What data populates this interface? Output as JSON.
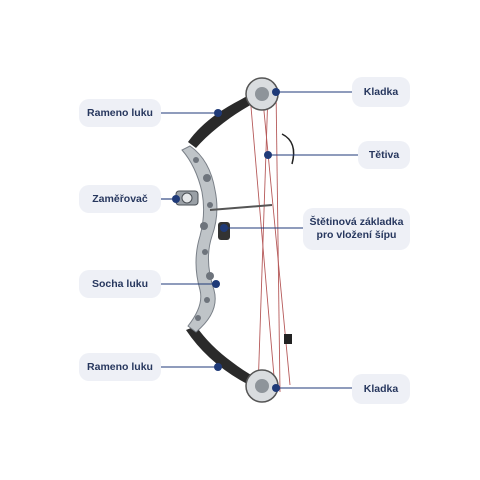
{
  "labels": {
    "rameno_top": "Rameno luku",
    "zamerovac": "Zaměřovač",
    "socha": "Socha luku",
    "rameno_bottom": "Rameno luku",
    "kladka_top": "Kladka",
    "tetiva": "Tětiva",
    "zakladka_line1": "Štětinová základka",
    "zakladka_line2": "pro vložení šípu",
    "kladka_bottom": "Kladka"
  },
  "colors": {
    "label_bg": "#eef0f6",
    "label_text": "#27375e",
    "leader_line": "#1f3a78",
    "string": "#b65a5a",
    "limb": "#2a2a2a",
    "riser": "#bfc4c8"
  }
}
